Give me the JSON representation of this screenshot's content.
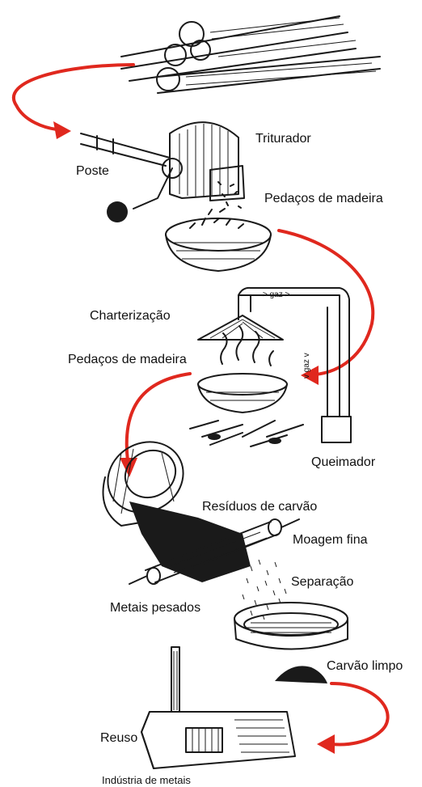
{
  "colors": {
    "arrow": "#e0281e",
    "ink": "#1a1a1a",
    "background": "#ffffff"
  },
  "labels": {
    "triturador": "Triturador",
    "poste": "Poste",
    "pedacos_madeira_1": "Pedaços de madeira",
    "charterizacao": "Charterização",
    "pedacos_madeira_2": "Pedaços de madeira",
    "gaz_top": "> gaz >",
    "gaz_side": "v  gaz  v",
    "queimador": "Queimador",
    "residuos": "Resíduos de carvão",
    "moagem": "Moagem fina",
    "separacao": "Separação",
    "metais_pesados": "Metais pesados",
    "carvao_limpo": "Carvão limpo",
    "reuso": "Reuso",
    "industria": "Indústria de metais"
  }
}
